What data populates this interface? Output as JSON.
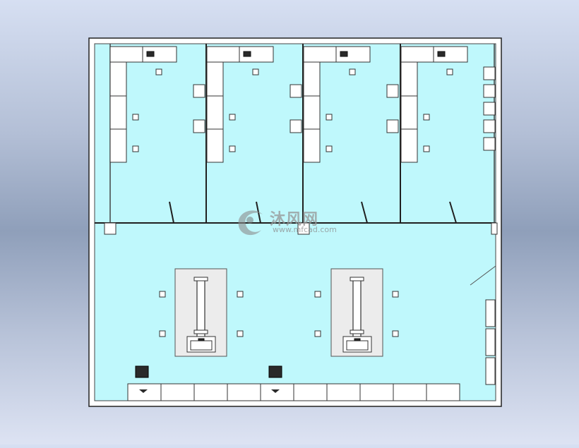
{
  "drawing": {
    "floor_color": "#bff8fc",
    "wall_color": "#202020",
    "furniture_fill": "#ffffff",
    "table_fill": "#ececec",
    "dark_fill": "#2a2a2a",
    "rooms": [
      "office-1",
      "office-2",
      "office-3",
      "office-4",
      "open-lab"
    ]
  },
  "watermark": {
    "text": "沐风网",
    "url": "www.mfcad.com"
  }
}
